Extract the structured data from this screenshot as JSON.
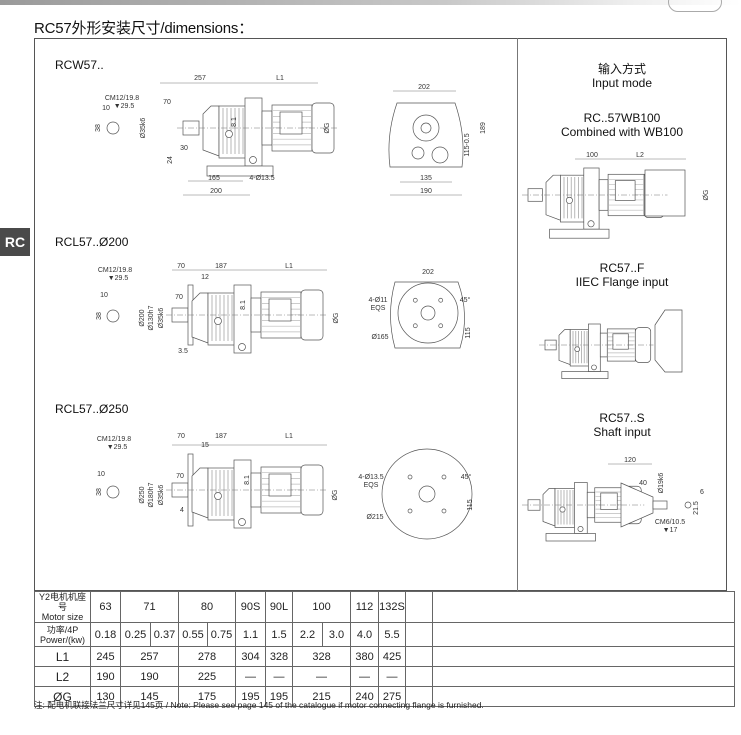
{
  "page": {
    "title": "RC57外形安装尺寸/dimensions：",
    "side_tab": "RC"
  },
  "views": {
    "rcw": {
      "label": "RCW57..",
      "d": {
        "a257": "257",
        "L1": "L1",
        "cm": "CM12/19.8",
        "depth": "▼29.5",
        "s70": "70",
        "k10": "10",
        "k38": "38",
        "shaft": "Ø35k6",
        "h81": "8.1",
        "G": "ØG",
        "s30": "30",
        "s24": "24",
        "s165": "165",
        "holes": "4-Ø13.5",
        "s200": "200",
        "e202": "202",
        "e189": "189",
        "e115": "115-0.5",
        "e135": "135",
        "e190": "190"
      }
    },
    "rcl200": {
      "label": "RCL57..Ø200",
      "d": {
        "s70": "70",
        "s187": "187",
        "L1": "L1",
        "s12": "12",
        "cm": "CM12/19.8",
        "depth": "▼29.5",
        "s70b": "70",
        "k10": "10",
        "k38": "38",
        "fl": "Ø200",
        "pilot": "Ø130h7",
        "shaft": "Ø35k6",
        "h81": "8.1",
        "G": "ØG",
        "s35": "3.5",
        "e202": "202",
        "holes": "4-Ø11",
        "eqs": "EQS",
        "ang": "45°",
        "e115": "115",
        "pcd": "Ø165"
      }
    },
    "rcl250": {
      "label": "RCL57..Ø250",
      "d": {
        "s70": "70",
        "s187": "187",
        "L1": "L1",
        "s15": "15",
        "cm": "CM12/19.8",
        "depth": "▼29.5",
        "s70b": "70",
        "k10": "10",
        "k38": "38",
        "fl": "Ø250",
        "pilot": "Ø180h7",
        "shaft": "Ø35k6",
        "h81": "8.1",
        "G": "ØG",
        "s4": "4",
        "holes": "4-Ø13.5",
        "eqs": "EQS",
        "ang": "45°",
        "e115": "115",
        "pcd": "Ø215"
      }
    }
  },
  "input_mode": {
    "title_cn": "输入方式",
    "title_en": "Input mode",
    "wb": {
      "code": "RC..57WB100",
      "desc": "Combined with WB100",
      "d": {
        "s100": "100",
        "L2": "L2",
        "G": "ØG"
      }
    },
    "flange": {
      "code": "RC57..F",
      "desc": "IIEC Flange input"
    },
    "shaft": {
      "code": "RC57..S",
      "desc": "Shaft input",
      "d": {
        "s120": "120",
        "s40": "40",
        "dia": "Ø19k6",
        "k6": "6",
        "k215": "21.5",
        "cm": "CM6/10.5",
        "depth": "▼17"
      }
    }
  },
  "table": {
    "rows": [
      {
        "label": [
          "Y2电机机座号",
          "Motor size"
        ],
        "cells": [
          {
            "v": "63"
          },
          {
            "v": "71",
            "span": 2
          },
          {
            "v": "80",
            "span": 2
          },
          {
            "v": "90S"
          },
          {
            "v": "90L"
          },
          {
            "v": "100",
            "span": 2
          },
          {
            "v": "112"
          },
          {
            "v": "132S"
          }
        ]
      },
      {
        "label": [
          "功率/4P",
          "Power/(kw)"
        ],
        "cells": [
          {
            "v": "0.18"
          },
          {
            "v": "0.25"
          },
          {
            "v": "0.37"
          },
          {
            "v": "0.55"
          },
          {
            "v": "0.75"
          },
          {
            "v": "1.1"
          },
          {
            "v": "1.5"
          },
          {
            "v": "2.2"
          },
          {
            "v": "3.0"
          },
          {
            "v": "4.0"
          },
          {
            "v": "5.5"
          }
        ]
      },
      {
        "label": [
          "L1"
        ],
        "cells": [
          {
            "v": "245"
          },
          {
            "v": "257",
            "span": 2
          },
          {
            "v": "278",
            "span": 2
          },
          {
            "v": "304"
          },
          {
            "v": "328"
          },
          {
            "v": "328",
            "span": 2
          },
          {
            "v": "380"
          },
          {
            "v": "425"
          }
        ]
      },
      {
        "label": [
          "L2"
        ],
        "cells": [
          {
            "v": "190"
          },
          {
            "v": "190",
            "span": 2
          },
          {
            "v": "225",
            "span": 2
          },
          {
            "v": "—"
          },
          {
            "v": "—"
          },
          {
            "v": "—",
            "span": 2
          },
          {
            "v": "—"
          },
          {
            "v": "—"
          }
        ]
      },
      {
        "label": [
          "ØG"
        ],
        "cells": [
          {
            "v": "130"
          },
          {
            "v": "145",
            "span": 2
          },
          {
            "v": "175",
            "span": 2
          },
          {
            "v": "195"
          },
          {
            "v": "195"
          },
          {
            "v": "215",
            "span": 2
          },
          {
            "v": "240"
          },
          {
            "v": "275"
          }
        ]
      }
    ]
  },
  "note": "注: 配电机联接法兰尺寸详见145页 / Note: Please see page 145 of the catalogue  if motor connecting flange is furnished."
}
